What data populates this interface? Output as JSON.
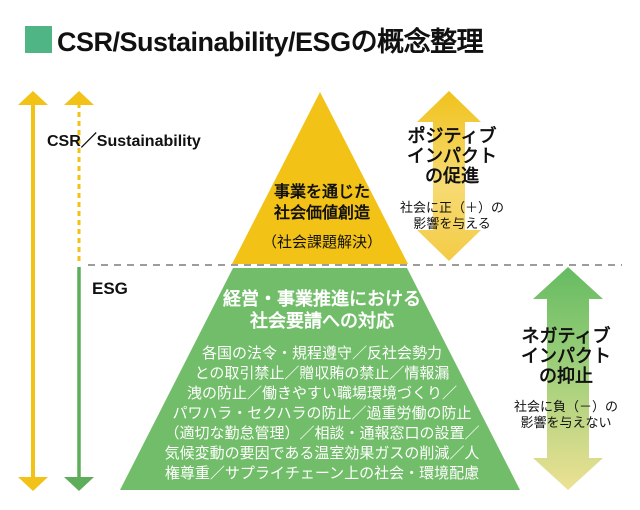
{
  "title": {
    "text": "CSR/Sustainability/ESGの概念整理",
    "bullet_icon": "green-square",
    "accent_color": "#4FB585"
  },
  "left_axis": {
    "csr_label": "CSR／Sustainability",
    "esg_label": "ESG",
    "csr_arrow_color": "#F3C216",
    "esg_arrow_color": "#5DAD5B",
    "divider_style": "gray-dashed"
  },
  "pyramid": {
    "top": {
      "heading_line1": "事業を通じた",
      "heading_line2": "社会価値創造",
      "subheading": "（社会課題解決）",
      "fill_color": "#F3C216"
    },
    "bottom": {
      "heading_line1": "経営・事業推進における",
      "heading_line2": "社会要請への対応",
      "fill_color": "#72BD6A",
      "body_lines": [
        "各国の法令・規程遵守／反社会勢力",
        "との取引禁止／贈収賄の禁止／情報漏",
        "洩の防止／働きやすい職場環境づくり／",
        "パワハラ・セクハラの防止／過重労働の防止",
        "（適切な勤怠管理）／相談・通報窓口の設置／",
        "気候変動の要因である温室効果ガスの削減／人",
        "権尊重／サプライチェーン上の社会・環境配慮"
      ]
    }
  },
  "right_side": {
    "positive": {
      "title_lines": [
        "ポジティブ",
        "インパクト",
        "の促進"
      ],
      "desc_lines": [
        "社会に正（＋）の",
        "影響を与える"
      ],
      "arrow_gradient": [
        "#F0C21C",
        "#F7DB74",
        "#F3CB45"
      ]
    },
    "negative": {
      "title_lines": [
        "ネガティブ",
        "インパクト",
        "の抑止"
      ],
      "desc_lines": [
        "社会に負（－）の",
        "影響を与えない"
      ],
      "arrow_gradient": [
        "#65BB62",
        "#9ECF7A",
        "#EDE193"
      ]
    }
  }
}
